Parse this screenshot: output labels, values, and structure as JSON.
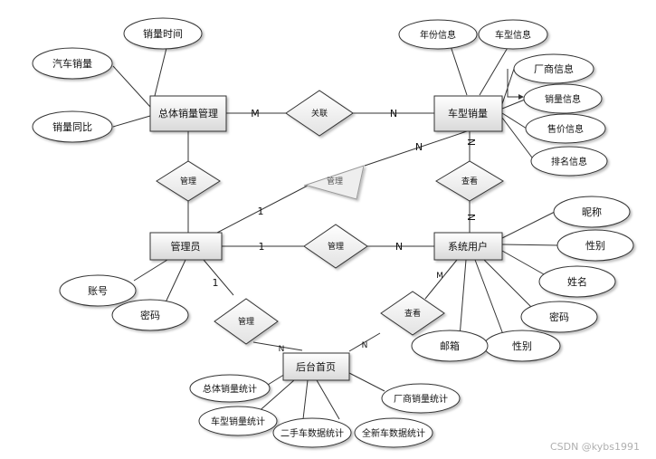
{
  "entities": {
    "sales_mgmt": "总体销量管理",
    "car_sales": "车型销量",
    "admin": "管理员",
    "sys_user": "系统用户",
    "backend_home": "后台首页"
  },
  "relationships": {
    "guanlian": "关联",
    "guanli_top": "管理",
    "chakan_right": "查看",
    "guanli_mid": "管理",
    "guanli_bottom": "管理",
    "chakan_bottom": "查看"
  },
  "attributes": {
    "sales_time": "销量时间",
    "car_sales_volume": "汽车销量",
    "sales_yoy": "销量同比",
    "year_info": "年份信息",
    "model_info": "车型信息",
    "maker_info": "厂商信息",
    "sales_info": "销量信息",
    "price_info": "售价信息",
    "rank_info": "排名信息",
    "nickname": "昵称",
    "gender_top": "性别",
    "fullname": "姓名",
    "password_user": "密码",
    "gender_bottom": "性别",
    "email": "邮箱",
    "account": "账号",
    "password_admin": "密码",
    "stat_total_sales": "总体销量统计",
    "stat_maker_sales": "厂商销量统计",
    "stat_model_sales": "车型销量统计",
    "stat_used_cars": "二手车数据统计",
    "stat_new_cars": "全新车数据统计"
  },
  "cardinalities": {
    "m_left": "M",
    "n_right": "N",
    "n_top": "N",
    "one_top": "1",
    "n_car": "N",
    "n_user": "N",
    "one_mid": "1",
    "n_mid": "N",
    "one_bottom": "1",
    "n_home_left": "N",
    "m_user": "M",
    "n_home_right": "N"
  },
  "watermark": "CSDN @kybs1991"
}
